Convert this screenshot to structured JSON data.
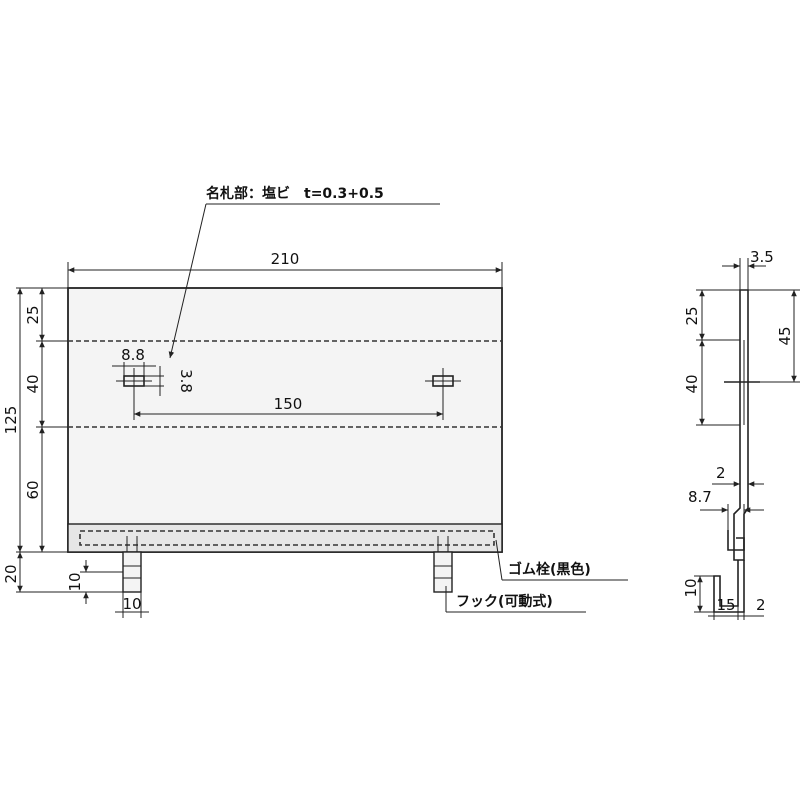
{
  "front_view": {
    "callouts": {
      "name_plate": "名札部：塩ビ　t=0.3+0.5",
      "rubber_stopper": "ゴム栓(黒色)",
      "hook": "フック(可動式)"
    },
    "dimensions": {
      "overall_width": "210",
      "hole_spacing": "150",
      "hole_width": "8.8",
      "hole_height": "3.8",
      "top_band": "25",
      "middle_band": "40",
      "lower_band": "60",
      "total_height": "125",
      "hook_height_left": "20",
      "hook_tip_height": "10",
      "hook_width": "10"
    }
  },
  "side_view": {
    "dimensions": {
      "top_thickness": "3.5",
      "upper_section": "25",
      "hole_height": "45",
      "middle_section": "40",
      "gap": "2",
      "offset": "8.7",
      "hook_height": "10",
      "hook_depth": "15",
      "hook_thickness": "2"
    }
  }
}
